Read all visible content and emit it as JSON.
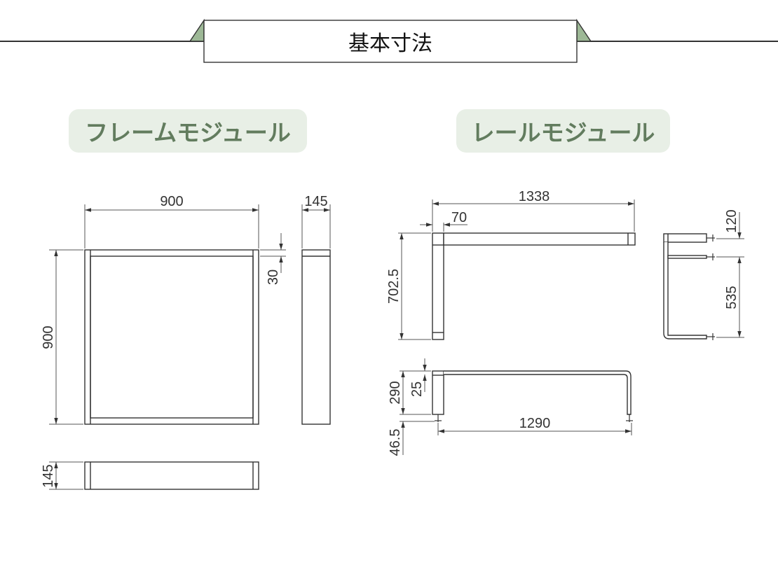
{
  "title": "基本寸法",
  "sections": {
    "frame": {
      "label": "フレームモジュール"
    },
    "rail": {
      "label": "レールモジュール"
    }
  },
  "colors": {
    "tab": "#9db896",
    "pill_bg": "#e8efe6",
    "pill_text": "#627c5e",
    "line": "#333333"
  },
  "frame_dims": {
    "width": "900",
    "height": "900",
    "depth": "145",
    "member": "30",
    "bottom_depth": "145"
  },
  "rail_dims": {
    "length": "1338",
    "post": "70",
    "depth": "702.5",
    "top_offset": "120",
    "rail_span": "535",
    "height": "290",
    "bar": "25",
    "bolt": "46.5",
    "leg_span": "1290"
  }
}
